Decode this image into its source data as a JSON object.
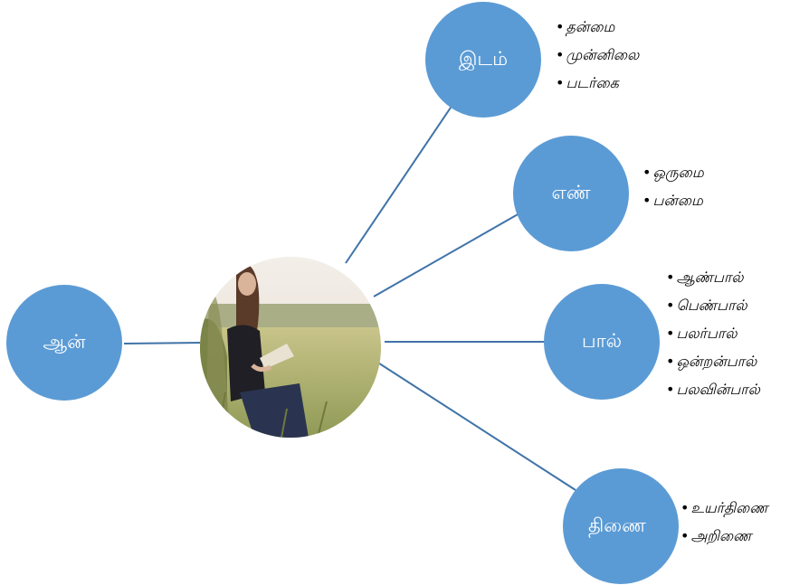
{
  "center": {
    "image": "woman reading a book in a grass field"
  },
  "colors": {
    "node_fill": "#5b9bd5",
    "connector": "#3f73a8",
    "bullet_text": "#000000"
  },
  "nodes": {
    "aan": "ஆன்",
    "idam": "இடம்",
    "en": "எண்",
    "paal": "பால்",
    "thinai": "திணை"
  },
  "lists": {
    "idam": [
      "தன்மை",
      "முன்னிலை",
      "படர்கை"
    ],
    "en": [
      "ஒருமை",
      "பன்மை"
    ],
    "paal": [
      "ஆண்பால்",
      "பெண்பால்",
      "பலர்பால்",
      "ஒன்றன்பால்",
      "பலவின்பால்"
    ],
    "thinai": [
      "உயர்திணை",
      "அறிணை"
    ]
  }
}
